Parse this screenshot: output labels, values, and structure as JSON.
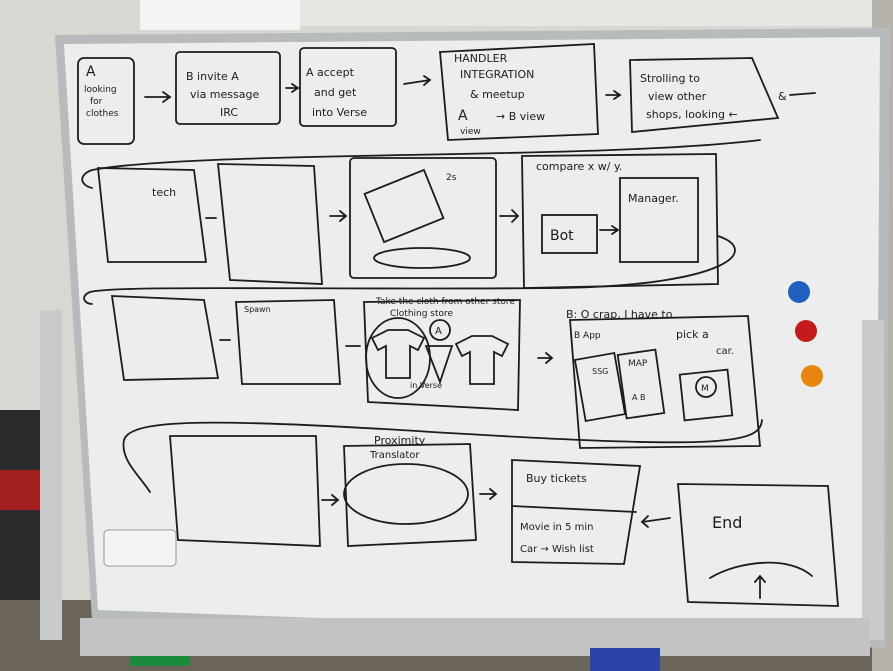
{
  "scene": {
    "description_colors": {
      "wall": "#d8d6d0",
      "board": "#ecefee",
      "frame": "#b9bcbd",
      "marker_ink": "#1c1c1c"
    },
    "magnets": [
      {
        "name": "blue-magnet",
        "color": "#1f5fbf"
      },
      {
        "name": "red-magnet",
        "color": "#c41a1a"
      },
      {
        "name": "orange-magnet",
        "color": "#e8860f"
      }
    ]
  },
  "row1": {
    "box1": [
      "A",
      "looking",
      "for",
      "clothes"
    ],
    "box2": [
      "B invite A",
      "via message",
      "IRC"
    ],
    "box3": [
      "A accept",
      "and get",
      "into Verse"
    ],
    "box4": [
      "HANDLER",
      "INTEGRATION",
      "& meetup",
      "A",
      "view",
      "→ B view"
    ],
    "box5": [
      "Strolling to",
      "view other",
      "shops, looking ←"
    ],
    "tail": "&"
  },
  "row2": {
    "label_tech": "tech",
    "label_2s": "2s",
    "label_compare": "compare x w/ y.",
    "label_bot": "Bot",
    "label_manager": "Manager."
  },
  "row3": {
    "label_spawn": "Spawn",
    "label_take": "Take the cloth from other store",
    "label_clothing": "Clothing store",
    "label_a": "A",
    "label_inverse": "in Verse",
    "label_b": "B: O crap, I have to",
    "label_pick": "pick a",
    "label_car": "car.",
    "label_b_app": "B App",
    "label_ssg": "SSG",
    "label_map": "MAP",
    "label_ab": "A B",
    "label_m": "M"
  },
  "row4": {
    "label_proximity": "Proximity",
    "label_translator": "Translator",
    "label_buy": "Buy tickets",
    "label_movie": "Movie in 5 min",
    "label_car": "Car → Wish list",
    "label_end": "End"
  }
}
